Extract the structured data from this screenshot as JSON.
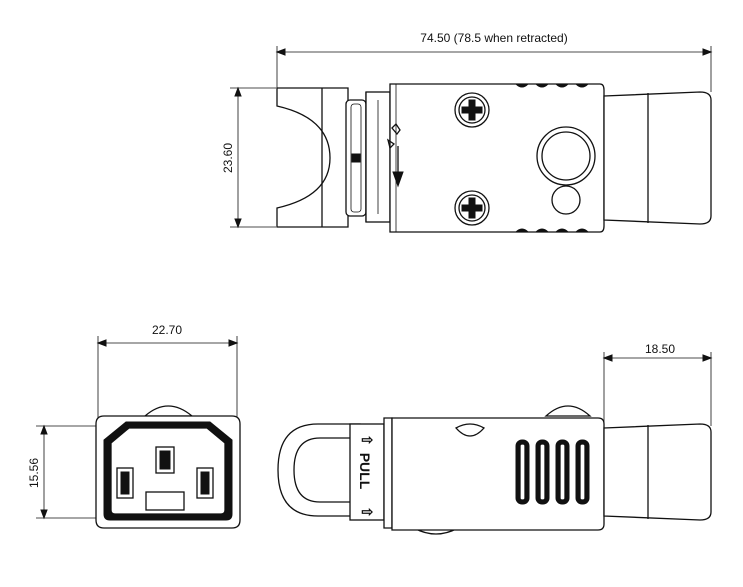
{
  "dimensions": {
    "overall_length": "74.50 (78.5 when retracted)",
    "height": "23.60",
    "face_width": "22.70",
    "face_height": "15.56",
    "rear_length": "18.50"
  },
  "labels": {
    "pull": "PULL",
    "pull_arrow": "⇧"
  },
  "icons": [
    "screw-icon",
    "logo-mark-icon",
    "arrow-icon"
  ]
}
